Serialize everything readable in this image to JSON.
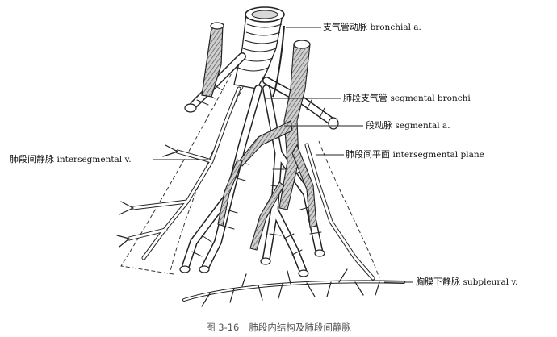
{
  "labels": {
    "bronchial_a": {
      "cn": "支气管动脉",
      "en": "bronchial a."
    },
    "segmental_bronchi": {
      "cn": "肺段支气管",
      "en": "segmental bronchi"
    },
    "segmental_a": {
      "cn": "段动脉",
      "en": "segmental a."
    },
    "intersegmental_plane": {
      "cn": "肺段间平面",
      "en": "intersegmental plane"
    },
    "intersegmental_v": {
      "cn": "肺段间静脉",
      "en": "intersegmental v."
    },
    "subpleural_v": {
      "cn": "胸膜下静脉",
      "en": "subpleural v."
    }
  },
  "caption": {
    "number": "图 3-16",
    "text": "肺段内结构及肺段间静脉"
  }
}
